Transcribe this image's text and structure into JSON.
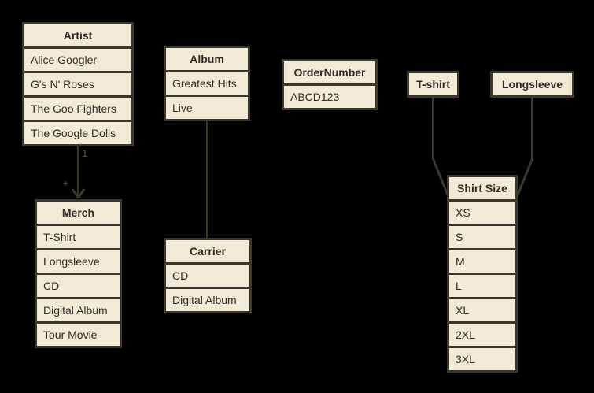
{
  "canvas": {
    "background": "#000000",
    "box_fill": "#f0ead6",
    "border_color": "#3a372d",
    "text_color": "#2e2b24",
    "connector_color": "#3a372d"
  },
  "entities": {
    "artist": {
      "title": "Artist",
      "rows": [
        "Alice Googler",
        "G's N' Roses",
        "The Goo Fighters",
        "The Google Dolls"
      ]
    },
    "album": {
      "title": "Album",
      "rows": [
        "Greatest Hits",
        "Live"
      ]
    },
    "order_number": {
      "title": "OrderNumber",
      "rows": [
        "ABCD123"
      ]
    },
    "tshirt": {
      "title": "T-shirt",
      "rows": []
    },
    "longsleeve": {
      "title": "Longsleeve",
      "rows": []
    },
    "merch": {
      "title": "Merch",
      "rows": [
        "T-Shirt",
        "Longsleeve",
        "CD",
        "Digital Album",
        "Tour Movie"
      ]
    },
    "carrier": {
      "title": "Carrier",
      "rows": [
        "CD",
        "Digital Album"
      ]
    },
    "shirt_size": {
      "title": "Shirt Size",
      "rows": [
        "XS",
        "S",
        "M",
        "L",
        "XL",
        "2XL",
        "3XL"
      ]
    }
  },
  "connectors": {
    "artist_to_merch": {
      "from": "Artist",
      "to": "Merch",
      "source_multiplicity": "1",
      "target_multiplicity": "*"
    },
    "album_to_carrier": {
      "from": "Album",
      "to": "Carrier"
    },
    "tshirt_to_shirt_size": {
      "from": "T-shirt",
      "to": "Shirt Size"
    },
    "longsleeve_to_shirt_size": {
      "from": "Longsleeve",
      "to": "Shirt Size"
    }
  }
}
